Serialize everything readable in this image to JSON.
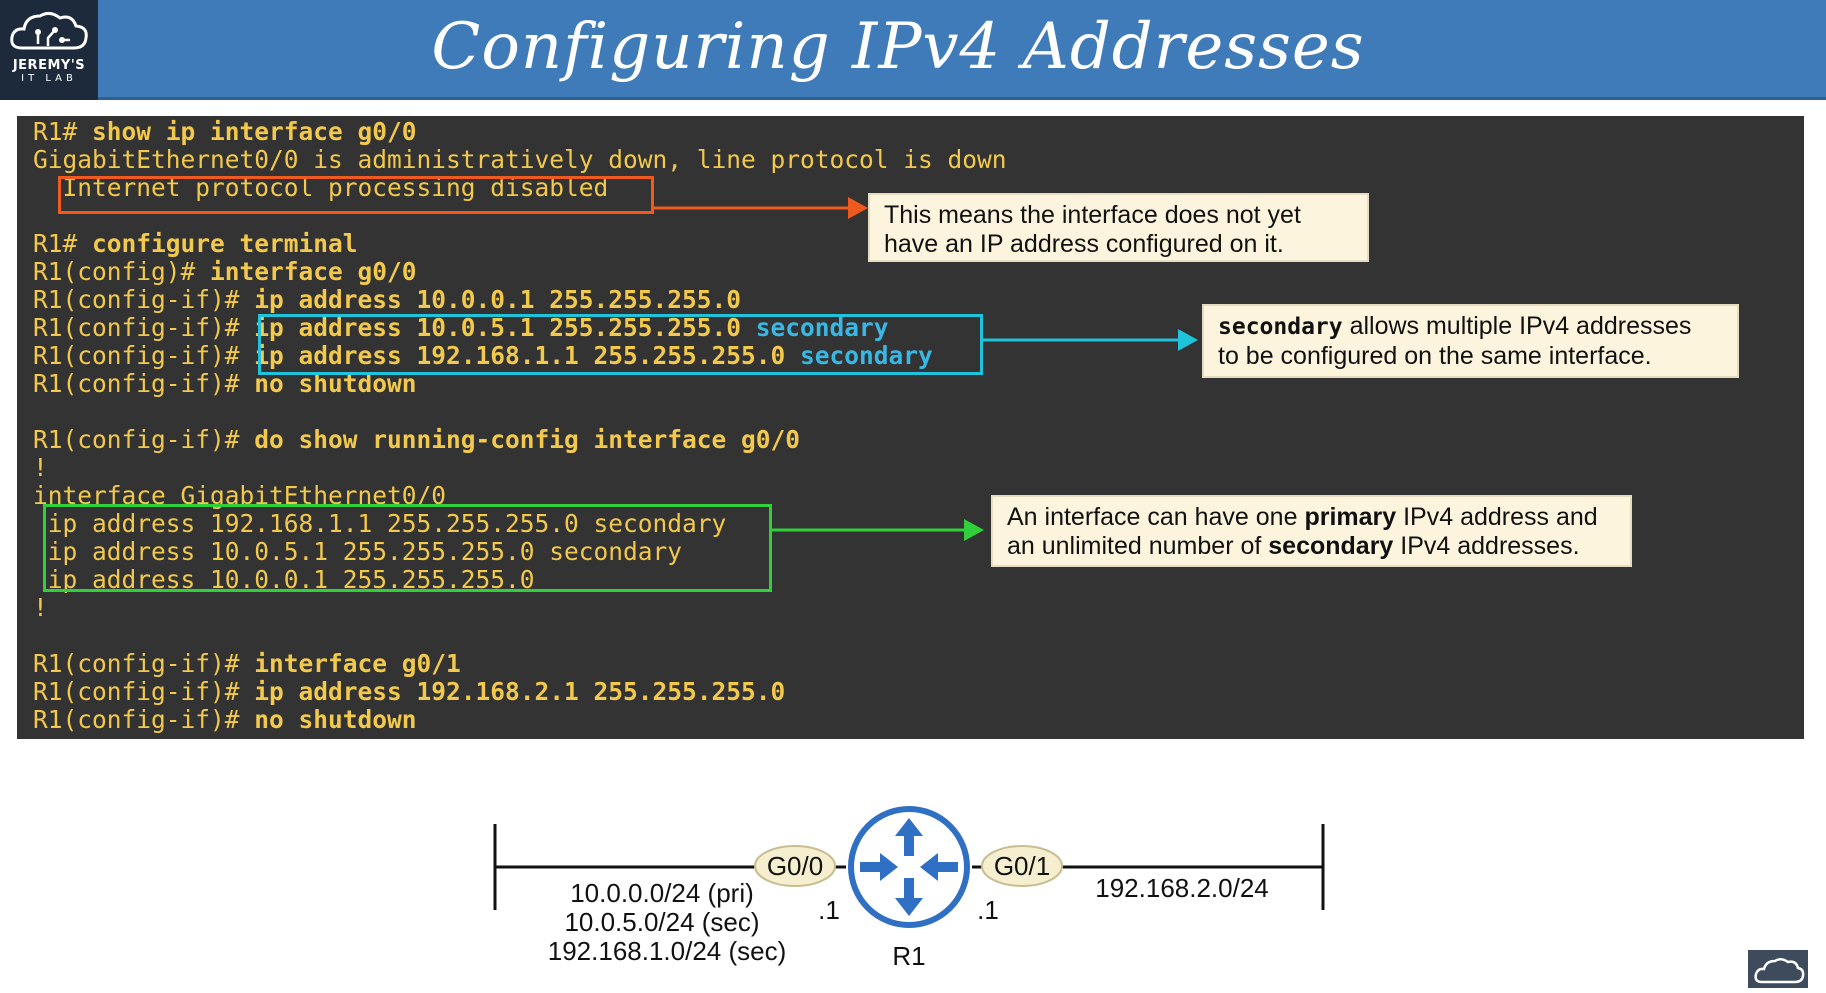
{
  "header": {
    "title": "Configuring IPv4 Addresses",
    "logo_line1": "JEREMY'S",
    "logo_line2": "IT LAB"
  },
  "terminal": {
    "lines": [
      {
        "prompt": "R1# ",
        "cmd": "show ip interface g0/0"
      },
      {
        "prompt": "GigabitEthernet0/0 is administratively down, line protocol is down",
        "cmd": ""
      },
      {
        "prompt": "  Internet protocol processing disabled",
        "cmd": ""
      },
      {
        "prompt": "",
        "cmd": ""
      },
      {
        "prompt": "R1# ",
        "cmd": "configure terminal"
      },
      {
        "prompt": "R1(config)# ",
        "cmd": "interface g0/0"
      },
      {
        "prompt": "R1(config-if)# ",
        "cmd": "ip address 10.0.0.1 255.255.255.0"
      },
      {
        "prompt": "R1(config-if)# ",
        "cmd": "ip address 10.0.5.1 255.255.255.0 ",
        "sec": "secondary"
      },
      {
        "prompt": "R1(config-if)# ",
        "cmd": "ip address 192.168.1.1 255.255.255.0 ",
        "sec": "secondary"
      },
      {
        "prompt": "R1(config-if)# ",
        "cmd": "no shutdown"
      },
      {
        "prompt": "",
        "cmd": ""
      },
      {
        "prompt": "R1(config-if)# ",
        "cmd": "do show running-config interface g0/0"
      },
      {
        "prompt": "!",
        "cmd": ""
      },
      {
        "prompt": "interface GigabitEthernet0/0",
        "cmd": ""
      },
      {
        "prompt": " ip address 192.168.1.1 255.255.255.0 secondary",
        "cmd": ""
      },
      {
        "prompt": " ip address 10.0.5.1 255.255.255.0 secondary",
        "cmd": ""
      },
      {
        "prompt": " ip address 10.0.0.1 255.255.255.0",
        "cmd": ""
      },
      {
        "prompt": "!",
        "cmd": ""
      },
      {
        "prompt": "",
        "cmd": ""
      },
      {
        "prompt": "R1(config-if)# ",
        "cmd": "interface g0/1"
      },
      {
        "prompt": "R1(config-if)# ",
        "cmd": "ip address 192.168.2.1 255.255.255.0"
      },
      {
        "prompt": "R1(config-if)# ",
        "cmd": "no shutdown"
      }
    ]
  },
  "callouts": {
    "c1": {
      "line1": "This means the interface does not yet",
      "line2": "have an IP address configured on it."
    },
    "c2": {
      "keyword": "secondary",
      "line1_rest": " allows multiple IPv4 addresses",
      "line2": "to be configured on the same interface."
    },
    "c3": {
      "l1a": "An interface can have one ",
      "l1b": "primary",
      "l1c": " IPv4 address and",
      "l2a": "an unlimited number of ",
      "l2b": "secondary",
      "l2c": " IPv4 addresses."
    }
  },
  "diagram": {
    "router_label": "R1",
    "if_left": "G0/0",
    "if_right": "G0/1",
    "left_host": ".1",
    "right_host": ".1",
    "left_nets": [
      "10.0.0.0/24 (pri)",
      "10.0.5.0/24 (sec)",
      "192.168.1.0/24 (sec)"
    ],
    "right_net": "192.168.2.0/24"
  },
  "colors": {
    "header_bg": "#3f7bb9",
    "terminal_bg": "#333333",
    "terminal_text": "#f2c94c",
    "keyword_secondary": "#39b8e6",
    "orange": "#f05a1e",
    "cyan": "#1fc3dc",
    "green": "#2fd03a",
    "router_blue": "#2f6fc4",
    "callout_bg": "#fcf4dc"
  },
  "icons": [
    "jeremys-it-lab-logo-icon",
    "router-icon",
    "cloud-logo-icon"
  ]
}
